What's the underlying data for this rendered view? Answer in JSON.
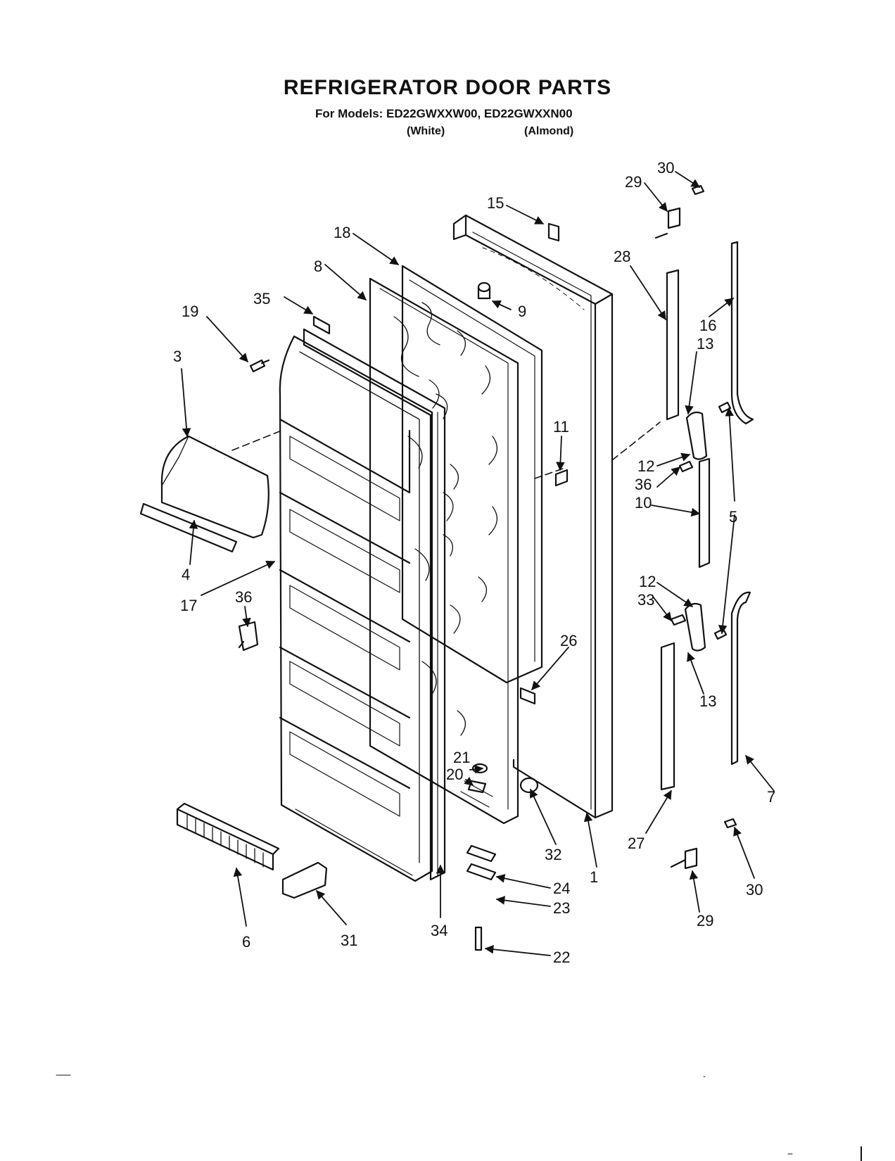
{
  "title": "REFRIGERATOR DOOR PARTS",
  "subtitle": "For Models: ED22GWXXW00, ED22GWXXN00",
  "variants": {
    "white": "(White)",
    "almond": "(Almond)"
  },
  "callouts": {
    "c1": "1",
    "c3": "3",
    "c4": "4",
    "c5": "5",
    "c6": "6",
    "c7": "7",
    "c8": "8",
    "c9": "9",
    "c10": "10",
    "c11": "11",
    "c12a": "12",
    "c12b": "12",
    "c13a": "13",
    "c13b": "13",
    "c15": "15",
    "c16": "16",
    "c17": "17",
    "c18": "18",
    "c19": "19",
    "c20": "20",
    "c21": "21",
    "c22": "22",
    "c23": "23",
    "c24": "24",
    "c26": "26",
    "c27": "27",
    "c28": "28",
    "c29a": "29",
    "c29b": "29",
    "c30a": "30",
    "c30b": "30",
    "c31": "31",
    "c32": "32",
    "c33": "33",
    "c34": "34",
    "c35": "35",
    "c36a": "36",
    "c36b": "36"
  }
}
